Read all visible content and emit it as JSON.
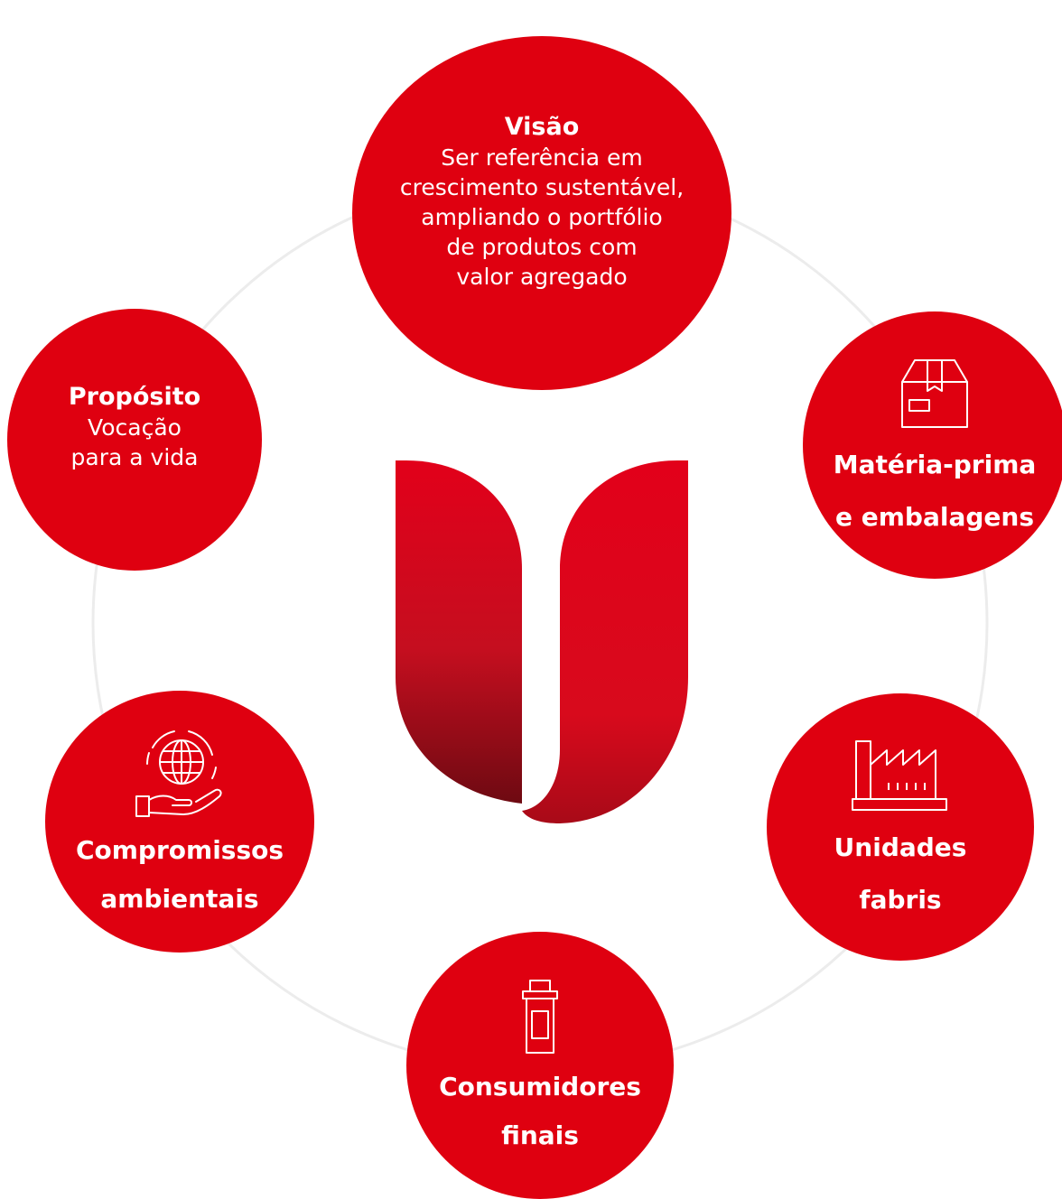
{
  "brand": {
    "accent": "#df0010",
    "logo_colors": [
      "#e2001a",
      "#c50e1f",
      "#6e0a12"
    ],
    "ring_color": "#ececec"
  },
  "nodes": {
    "visao": {
      "title": "Visão",
      "lines": [
        "Ser referência em",
        "crescimento sustentável,",
        "ampliando o portfólio",
        "de produtos com",
        "valor agregado"
      ]
    },
    "proposito": {
      "title": "Propósito",
      "lines": [
        "Vocação",
        "para a vida"
      ]
    },
    "materia": {
      "label_lines": [
        "Matéria-prima",
        "e embalagens"
      ],
      "icon": "box-icon"
    },
    "compromissos": {
      "label_lines": [
        "Compromissos",
        "ambientais"
      ],
      "icon": "globe-in-hand-icon"
    },
    "unidades": {
      "label_lines": [
        "Unidades",
        "fabris"
      ],
      "icon": "factory-icon"
    },
    "consumidores": {
      "label_lines": [
        "Consumidores",
        "finais"
      ],
      "icon": "medicine-bottle-icon"
    }
  }
}
